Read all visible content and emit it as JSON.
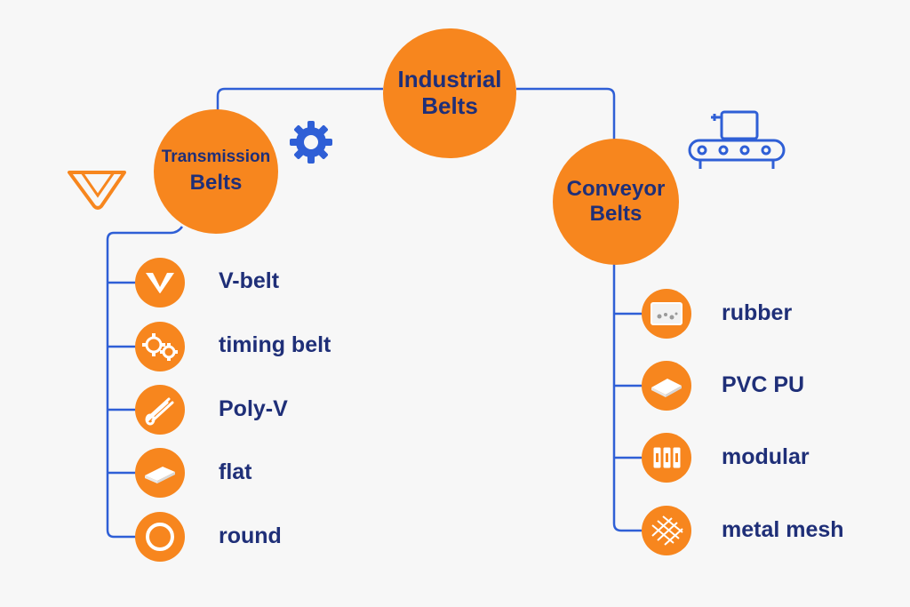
{
  "root": {
    "line1": "Industrial",
    "line2": "Belts"
  },
  "transmission": {
    "line1": "Transmission",
    "line2": "Belts",
    "items": [
      {
        "label": "V-belt",
        "icon": "v-belt-icon"
      },
      {
        "label": "timing belt",
        "icon": "gears-icon"
      },
      {
        "label": "Poly-V",
        "icon": "poly-v-icon"
      },
      {
        "label": "flat",
        "icon": "flat-belt-icon"
      },
      {
        "label": "round",
        "icon": "ring-icon"
      }
    ]
  },
  "conveyor": {
    "line1": "Conveyor",
    "line2": "Belts",
    "items": [
      {
        "label": "rubber",
        "icon": "rubber-belt-icon"
      },
      {
        "label": "PVC PU",
        "icon": "pvc-sheet-icon"
      },
      {
        "label": "modular",
        "icon": "modular-belt-icon"
      },
      {
        "label": "metal mesh",
        "icon": "metal-mesh-icon"
      }
    ]
  },
  "colors": {
    "accent": "#f7861e",
    "line": "#2f5fd6",
    "text": "#1f2f78",
    "background": "#f7f7f7"
  }
}
